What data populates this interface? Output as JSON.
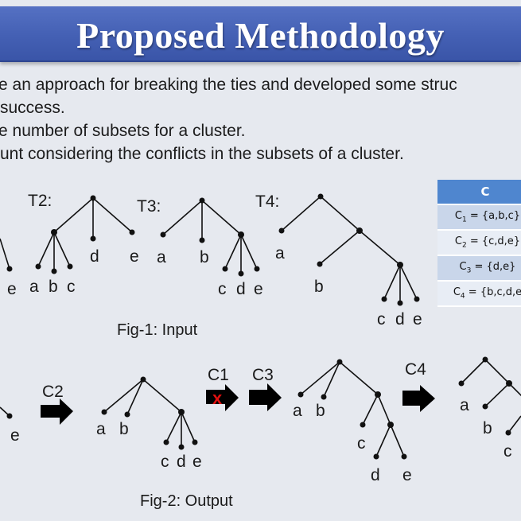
{
  "slide": {
    "title": "Proposed Methodology",
    "bullets": [
      "e an approach for breaking the ties and developed some struc",
      "success.",
      "e number of subsets for a cluster.",
      "unt considering the conflicts in the subsets of a cluster."
    ]
  },
  "cluster_table": {
    "header": "C",
    "rows": [
      {
        "name": "C",
        "sub": "1",
        "set": " = {a,b,c}"
      },
      {
        "name": "C",
        "sub": "2",
        "set": " = {c,d,e}"
      },
      {
        "name": "C",
        "sub": "3",
        "set": " = {d,e}"
      },
      {
        "name": "C",
        "sub": "4",
        "set": " = {b,c,d,e"
      }
    ]
  },
  "fig1": {
    "caption": "Fig-1: Input",
    "trees": [
      {
        "label": "",
        "leaves": [
          "e"
        ]
      },
      {
        "label": "T2:",
        "leaves": [
          "a",
          "b",
          "c",
          "d",
          "e"
        ]
      },
      {
        "label": "T3:",
        "leaves": [
          "a",
          "b",
          "c",
          "d",
          "e"
        ]
      },
      {
        "label": "T4:",
        "leaves": [
          "a",
          "b",
          "c",
          "d",
          "e"
        ]
      }
    ]
  },
  "fig2": {
    "caption": "Fig-2: Output",
    "steps": [
      {
        "arrow_label": "C2",
        "rejected": false
      },
      {
        "arrow_label": "C1",
        "rejected": true,
        "reject_mark": "x"
      },
      {
        "arrow_label": "C3",
        "rejected": false
      },
      {
        "arrow_label": "C4",
        "rejected": false
      }
    ],
    "trees": [
      {
        "leaves": [
          "e"
        ]
      },
      {
        "leaves": [
          "a",
          "b",
          "c",
          "d",
          "e"
        ]
      },
      {
        "leaves": [
          "a",
          "b",
          "c",
          "d",
          "e"
        ]
      },
      {
        "leaves": [
          "a",
          "b",
          "c"
        ]
      }
    ]
  },
  "colors": {
    "title_bar": "#4a65b8",
    "background": "#e6e9ef",
    "table_header": "#4f86cf",
    "reject_mark": "#e01010"
  }
}
